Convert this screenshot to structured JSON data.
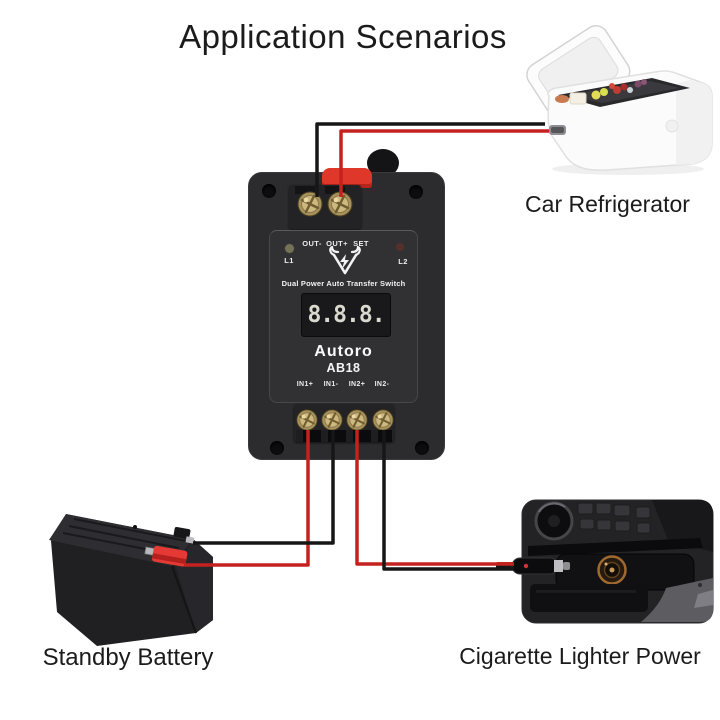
{
  "title": "Application Scenarios",
  "device": {
    "product_name": "Dual Power Auto Transfer Switch",
    "brand": "Autoro",
    "model": "AB18",
    "display_value": "8.8.8.",
    "output_labels": [
      "OUT-",
      "OUT+",
      "SET"
    ],
    "indicator_labels": [
      "L1",
      "L2"
    ],
    "input_labels": [
      "IN1+",
      "IN1-",
      "IN2+",
      "IN2-"
    ]
  },
  "scenarios": {
    "refrigerator_label": "Car Refrigerator",
    "battery_label": "Standby Battery",
    "lighter_label": "Cigarette Lighter Power"
  },
  "colors": {
    "background": "#ffffff",
    "text": "#1b1b1b",
    "wire_red": "#c4221e",
    "wire_black": "#161616",
    "device_body": "#2c2c2e",
    "fuse_red": "#e0372b",
    "led_l1": "#767257",
    "led_l2": "#55302a"
  }
}
